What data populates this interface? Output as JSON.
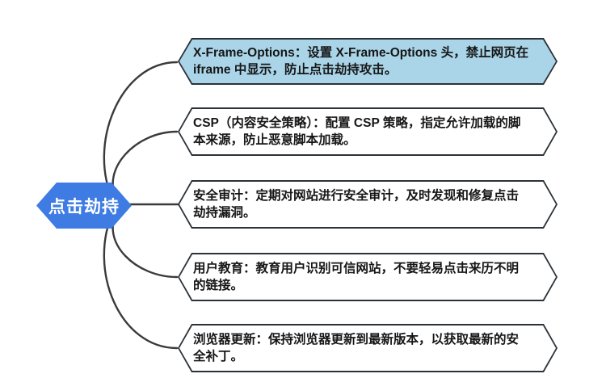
{
  "diagram": {
    "type": "mindmap",
    "background_color": "#ffffff",
    "connector_color": "#3a3a3a",
    "border_color": "#2b3238",
    "root": {
      "label": "点击劫持",
      "fill": "#3e7ce4",
      "text_color": "#ffffff",
      "shape": "hexagon"
    },
    "branches": [
      {
        "label": "X-Frame-Options：设置 X-Frame-Options 头，禁止网页在 iframe 中显示，防止点击劫持攻击。",
        "fill": "#aad5e9",
        "highlighted": true,
        "shape": "hexagon"
      },
      {
        "label": "CSP（内容安全策略）：配置 CSP 策略，指定允许加载的脚本来源，防止恶意脚本加载。",
        "fill": "#ffffff",
        "highlighted": false,
        "shape": "hexagon"
      },
      {
        "label": "安全审计：定期对网站进行安全审计，及时发现和修复点击劫持漏洞。",
        "fill": "#ffffff",
        "highlighted": false,
        "shape": "hexagon"
      },
      {
        "label": "用户教育：教育用户识别可信网站，不要轻易点击来历不明的链接。",
        "fill": "#ffffff",
        "highlighted": false,
        "shape": "hexagon"
      },
      {
        "label": "浏览器更新：保持浏览器更新到最新版本，以获取最新的安全补丁。",
        "fill": "#ffffff",
        "highlighted": false,
        "shape": "hexagon"
      }
    ]
  }
}
